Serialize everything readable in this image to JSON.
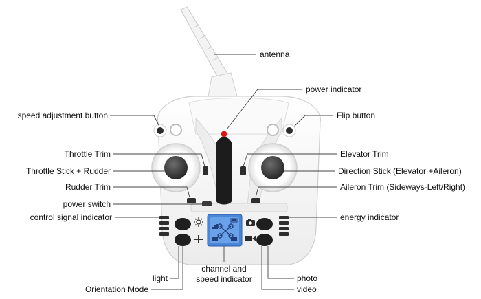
{
  "labels": {
    "antenna": "antenna",
    "power_indicator": "power indicator",
    "speed_adjustment_button": "speed adjustment button",
    "flip_button": "Flip button",
    "throttle_trim": "Throttle Trim",
    "elevator_trim": "Elevator Trim",
    "throttle_stick_rudder": "Throttle Stick + Rudder",
    "direction_stick": "Direction Stick (Elevator +Aileron)",
    "rudder_trim": "Rudder Trim",
    "aileron_trim": "Aileron Trim (Sideways-Left/Right)",
    "power_switch": "power switch",
    "control_signal_indicator": "control signal indicator",
    "energy_indicator": "energy indicator",
    "light": "light",
    "channel_speed_line1": "channel and",
    "channel_speed_line2": "speed indicator",
    "photo": "photo",
    "orientation_mode": "Orientation Mode",
    "video": "video"
  },
  "colors": {
    "body": "#f7f7f7",
    "outline": "#d2d2d2",
    "stick": "#4a4a4a",
    "lcd": "#4a86d8",
    "power_led": "#e01414",
    "leader": "#444444"
  },
  "icons": [
    "sun-icon",
    "plus-icon",
    "camera-icon",
    "video-camera-icon"
  ]
}
